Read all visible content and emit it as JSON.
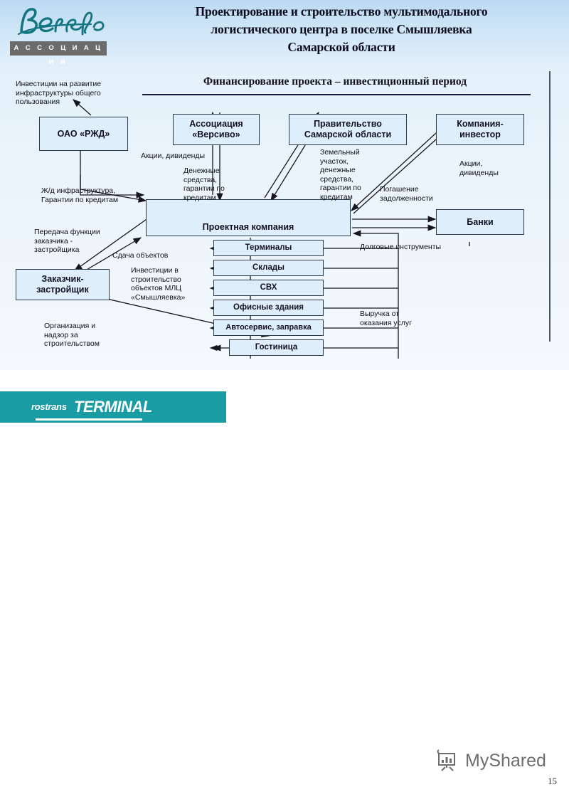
{
  "slide": {
    "title_lines": [
      "Проектирование и строительство мультимодального",
      "логистического центра в поселке Смышляевка",
      "Самарской области"
    ],
    "page_number": "15"
  },
  "logo": {
    "brand": "Версиво",
    "subtitle": "А С С О Ц И А Ц И Я"
  },
  "diagram": {
    "heading": "Финансирование проекта – инвестиционный период",
    "boxes": [
      {
        "id": "rzd",
        "label": "ОАО «РЖД»"
      },
      {
        "id": "assoc",
        "label": "Ассоциация\n«Версиво»"
      },
      {
        "id": "government",
        "label": "Правительство\nСамарской области"
      },
      {
        "id": "investor",
        "label": "Компания-\nинвестор"
      },
      {
        "id": "project",
        "label": "Проектная компания"
      },
      {
        "id": "banks",
        "label": "Банки"
      },
      {
        "id": "developer",
        "label": "Заказчик-\nзастройщик"
      }
    ],
    "assets": [
      {
        "id": "terminals",
        "label": "Терминалы"
      },
      {
        "id": "warehouses",
        "label": "Склады"
      },
      {
        "id": "svh",
        "label": "СВХ"
      },
      {
        "id": "offices",
        "label": "Офисные здания"
      },
      {
        "id": "service",
        "label": "Автосервис, заправка"
      },
      {
        "id": "hotel",
        "label": "Гостиница"
      }
    ],
    "labels": [
      {
        "id": "infra-investment",
        "text": "Инвестиции на развитие\nинфраструктуры общего\nпользования"
      },
      {
        "id": "shares-dividends-left",
        "text": "Акции, дивиденды"
      },
      {
        "id": "cash-guarantees",
        "text": "Денежные\nсредства,\nгарантии по\nкредитам"
      },
      {
        "id": "land-cash-guarantees",
        "text": "Земельный\nучасток,\nденежные\nсредства,\nгарантии по\nкредитам"
      },
      {
        "id": "shares-dividends-right",
        "text": "Акции,\nдивиденды"
      },
      {
        "id": "debt-repayment",
        "text": "Погашение\nзадолженности"
      },
      {
        "id": "rail-infra",
        "text": "Ж/д инфраструктура,\nГарантии по кредитам"
      },
      {
        "id": "customer-function",
        "text": "Передача функции\nзаказчика -\nзастройщика"
      },
      {
        "id": "object-delivery",
        "text": "Сдача объектов"
      },
      {
        "id": "construction-investment",
        "text": "Инвестиции в\nстроительство\nобъектов МЛЦ\n«Смышляевка»"
      },
      {
        "id": "supervision",
        "text": "Организация и\nнадзор за\nстроительством"
      },
      {
        "id": "debt-instruments",
        "text": "Долговые инструменты"
      },
      {
        "id": "service-revenue",
        "text": "Выручка от\nоказания услуг"
      }
    ]
  },
  "footer": {
    "rostrans_small": "rostrans",
    "rostrans_big": "TERMINAL",
    "watermark": "MyShared"
  },
  "colors": {
    "accent_teal": "#1a9ca5",
    "header_blue": "#cfe6f7",
    "box_fill": "#dfeefb",
    "box_border": "#2b3a4a"
  }
}
